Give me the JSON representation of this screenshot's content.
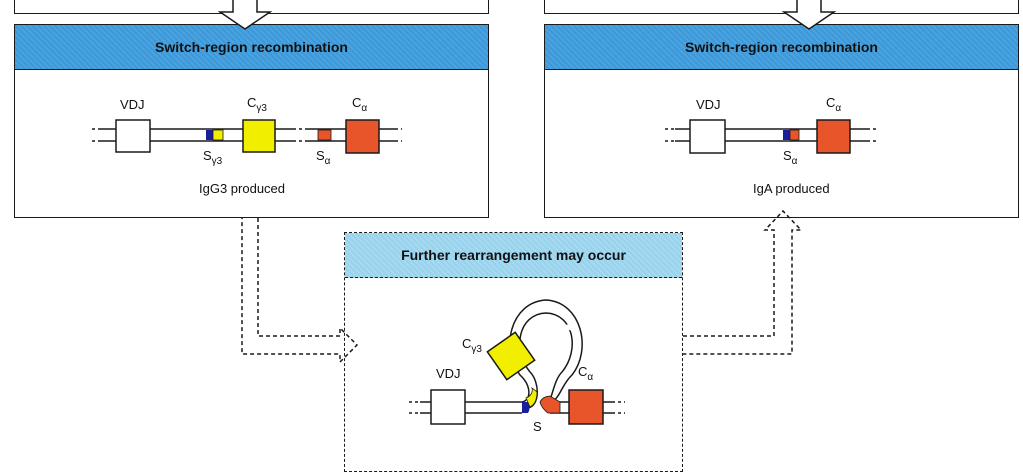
{
  "colors": {
    "band": "#3d98d8",
    "band_light": "#a6daf0",
    "gamma3": "#f2ee00",
    "alpha": "#e8552a",
    "switch_blue": "#1a1f9c",
    "line": "#1a1a1a"
  },
  "left_panel": {
    "title": "Switch-region recombination",
    "vdj_label": "VDJ",
    "c_gamma3": {
      "base": "C",
      "sub": "γ3"
    },
    "c_alpha": {
      "base": "C",
      "sub": "α"
    },
    "s_gamma3": {
      "base": "S",
      "sub": "γ3"
    },
    "s_alpha": {
      "base": "S",
      "sub": "α"
    },
    "result": "IgG3 produced"
  },
  "right_panel": {
    "title": "Switch-region recombination",
    "vdj_label": "VDJ",
    "c_alpha": {
      "base": "C",
      "sub": "α"
    },
    "s_alpha": {
      "base": "S",
      "sub": "α"
    },
    "result": "IgA produced"
  },
  "bottom_panel": {
    "title": "Further rearrangement may occur",
    "vdj_label": "VDJ",
    "c_gamma3": {
      "base": "C",
      "sub": "γ3"
    },
    "c_alpha": {
      "base": "C",
      "sub": "α"
    },
    "s_label": "S"
  }
}
